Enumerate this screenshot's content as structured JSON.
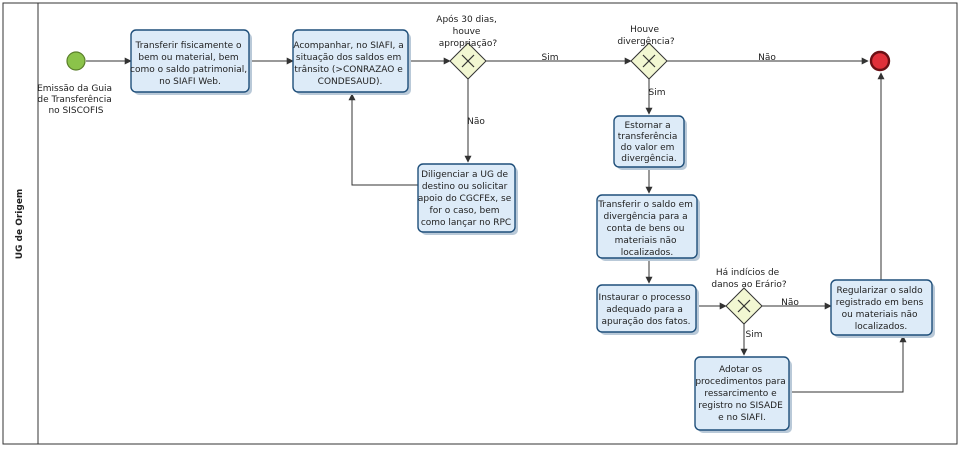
{
  "lane": {
    "label": "UG de Origem"
  },
  "start_event": {
    "label_lines": [
      "Emissão da Guia",
      "de Transferência",
      "no SISCOFIS"
    ],
    "color": "#8bc34a"
  },
  "end_event": {
    "color": "#e0303a"
  },
  "tasks": {
    "t1": [
      "Transferir fisicamente o",
      "bem ou material, bem",
      "como o saldo patrimonial,",
      "no SIAFI Web."
    ],
    "t2": [
      "Acompanhar, no SIAFI, a",
      "situação dos saldos em",
      "trânsito (>CONRAZAO e",
      "CONDESAUD)."
    ],
    "t3": [
      "Diligenciar a UG de",
      "destino ou solicitar",
      "apoio do CGCFEx, se",
      "for o caso, bem",
      "como lançar no RPC"
    ],
    "t4": [
      "Estornar a",
      "transferência",
      "do valor em",
      "divergência."
    ],
    "t5": [
      "Transferir o saldo em",
      "divergência para a",
      "conta de bens ou",
      "materiais não",
      "localizados."
    ],
    "t6": [
      "Instaurar o processo",
      "adequado para a",
      "apuração dos fatos."
    ],
    "t7": [
      "Adotar os",
      "procedimentos para",
      "ressarcimento e",
      "registro no SISADE",
      "e no SIAFI."
    ],
    "t8": [
      "Regularizar o saldo",
      "registrado em bens",
      "ou materiais não",
      "localizados."
    ]
  },
  "gateways": {
    "g1": [
      "Após 30 dias,",
      "houve",
      "apropriação?"
    ],
    "g2": [
      "Houve",
      "divergência?"
    ],
    "g3": [
      "Há indícios de",
      "danos ao Erário?"
    ]
  },
  "flow_labels": {
    "g1_yes": "Sim",
    "g1_no": "Não",
    "g2_yes": "Sim",
    "g2_no": "Não",
    "g3_yes": "Sim",
    "g3_no": "Não"
  },
  "colors": {
    "task_fill": "#ddebf8",
    "task_stroke": "#1f4f7a",
    "gateway_fill": "#f2f7d2"
  }
}
